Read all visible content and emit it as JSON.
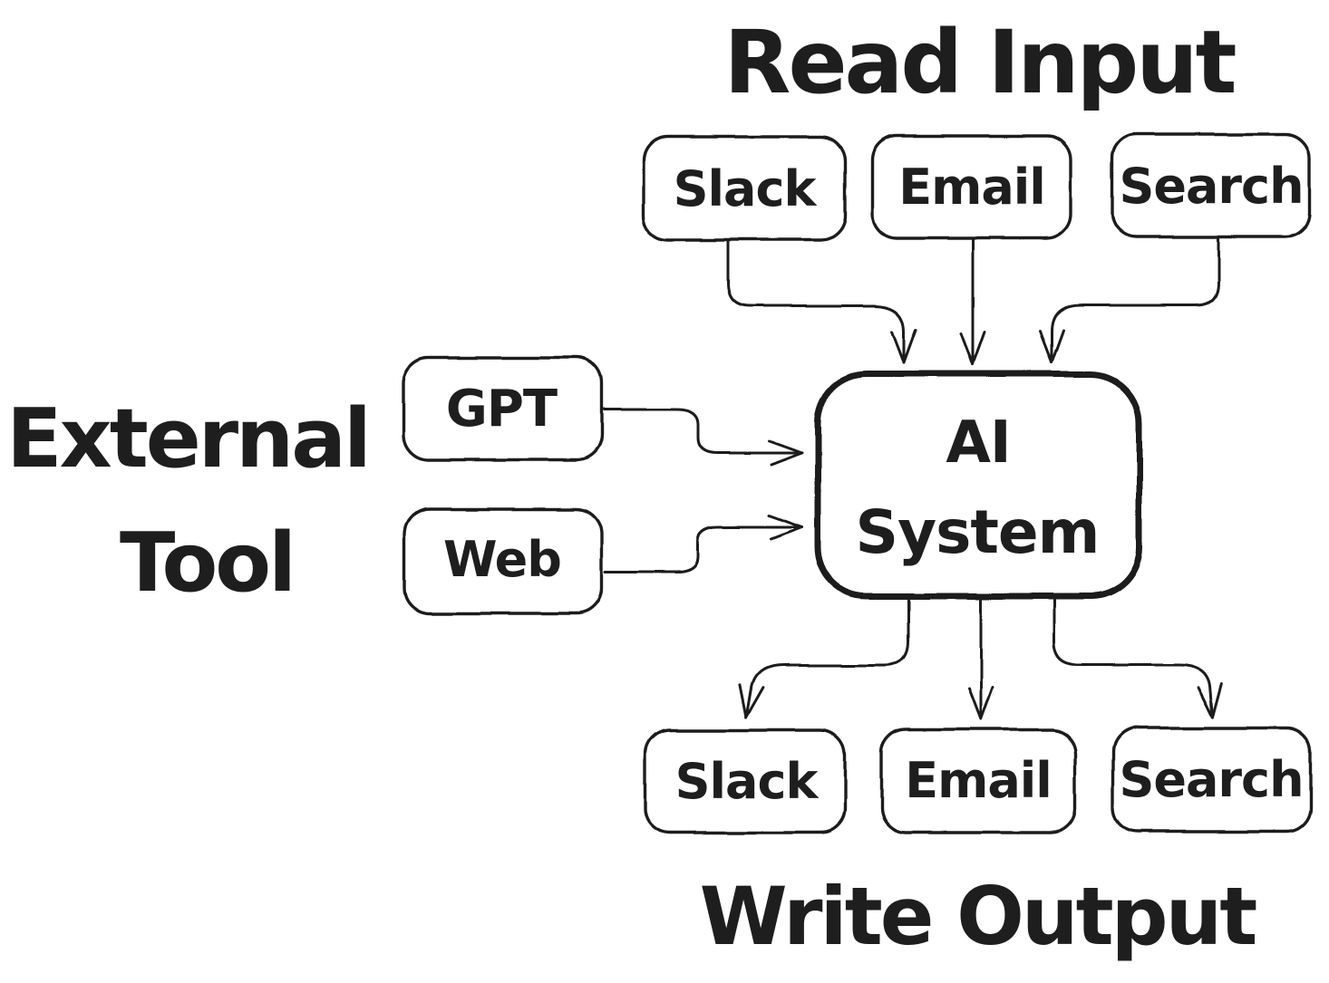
{
  "diagram": {
    "type": "hand-drawn flowchart",
    "colors": {
      "ink": "#1e1e1e",
      "background": "#ffffff"
    },
    "titles": {
      "top": "Read Input",
      "left_line1": "External",
      "left_line2": "Tool",
      "bottom": "Write Output"
    },
    "nodes": {
      "input_slack": {
        "label": "Slack"
      },
      "input_email": {
        "label": "Email"
      },
      "input_search": {
        "label": "Search"
      },
      "tool_gpt": {
        "label": "GPT"
      },
      "tool_web": {
        "label": "Web"
      },
      "ai": {
        "label_line1": "AI",
        "label_line2": "System"
      },
      "output_slack": {
        "label": "Slack"
      },
      "output_email": {
        "label": "Email"
      },
      "output_search": {
        "label": "Search"
      }
    },
    "edges": [
      {
        "from": "input_slack",
        "to": "ai",
        "direction": "down"
      },
      {
        "from": "input_email",
        "to": "ai",
        "direction": "down"
      },
      {
        "from": "input_search",
        "to": "ai",
        "direction": "down"
      },
      {
        "from": "tool_gpt",
        "to": "ai",
        "direction": "right"
      },
      {
        "from": "tool_web",
        "to": "ai",
        "direction": "right"
      },
      {
        "from": "ai",
        "to": "output_slack",
        "direction": "down"
      },
      {
        "from": "ai",
        "to": "output_email",
        "direction": "down"
      },
      {
        "from": "ai",
        "to": "output_search",
        "direction": "down"
      }
    ]
  }
}
